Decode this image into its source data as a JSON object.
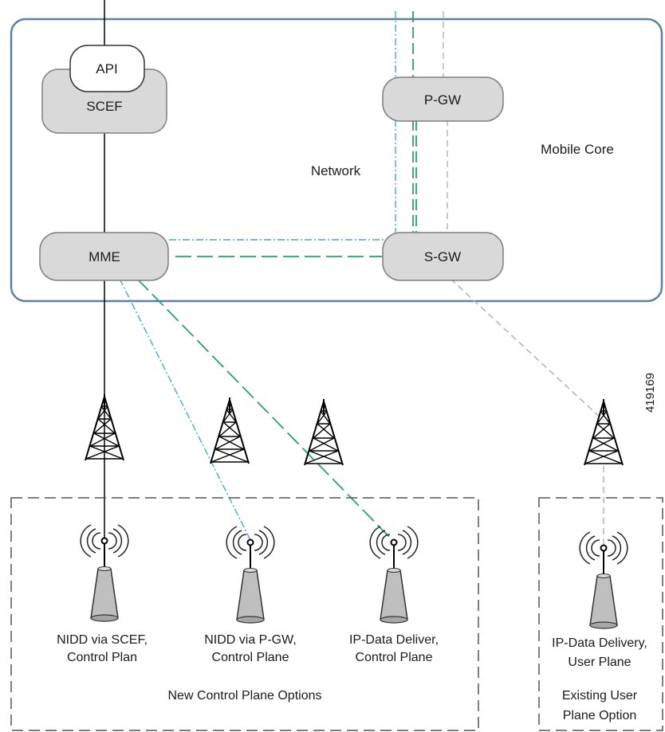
{
  "core": {
    "mobile_core_label": "Mobile Core",
    "network_label": "Network"
  },
  "nodes": {
    "api": "API",
    "scef": "SCEF",
    "pgw": "P-GW",
    "mme": "MME",
    "sgw": "S-GW"
  },
  "figure_id": "419169",
  "devices": [
    {
      "line1": "NIDD via SCEF,",
      "line2": "Control Plan"
    },
    {
      "line1": "NIDD via P-GW,",
      "line2": "Control Plane"
    },
    {
      "line1": "IP-Data Deliver,",
      "line2": "Control Plane"
    },
    {
      "line1": "IP-Data Delivery,",
      "line2": "User Plane"
    }
  ],
  "groups": {
    "new_control_plane": "New Control Plane Options",
    "existing_user_plane_line1": "Existing User",
    "existing_user_plane_line2": "Plane Option"
  },
  "colors": {
    "core_border": "#5b7fa6",
    "node_fill": "#d9d9d9",
    "node_stroke": "#7f7f7f",
    "line_black": "#000000",
    "line_blue_dashdot": "#4aa9c4",
    "line_green_dash": "#2f9f6a",
    "line_gray_dash": "#b3b3b3",
    "group_border": "#555555"
  }
}
